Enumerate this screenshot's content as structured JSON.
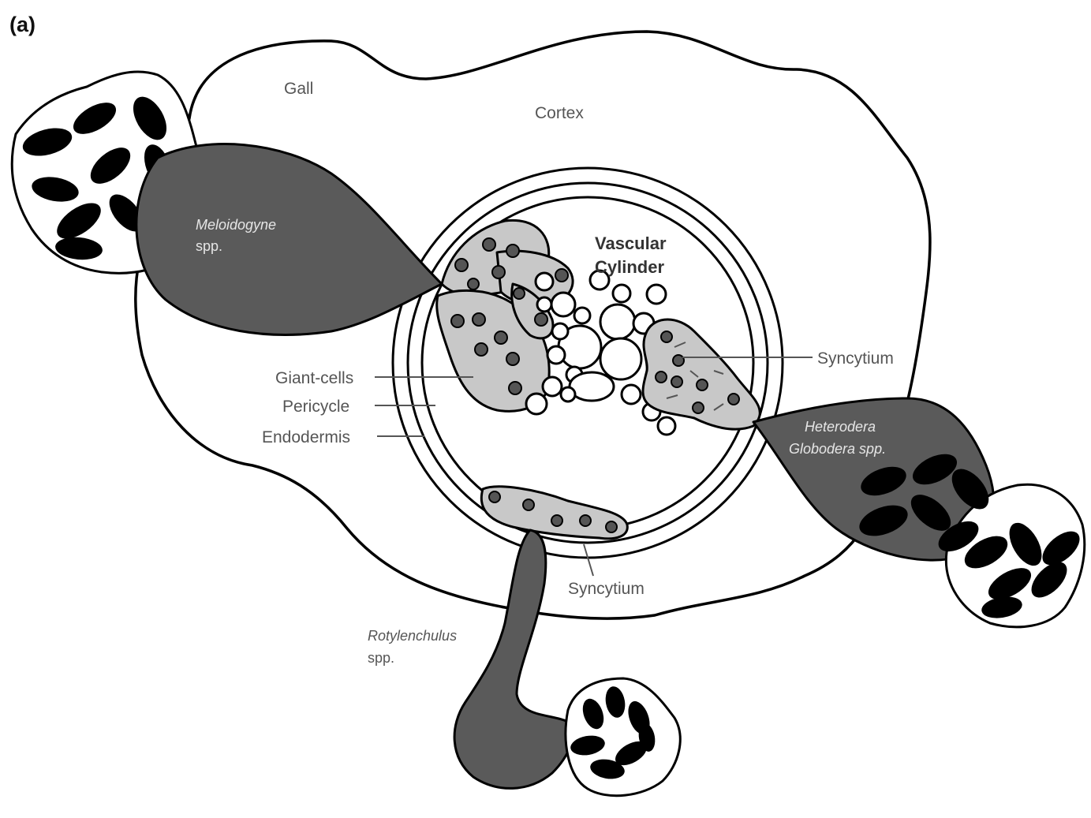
{
  "panel_label": "(a)",
  "labels": {
    "gall": "Gall",
    "cortex": "Cortex",
    "vascular_line1": "Vascular",
    "vascular_line2": "Cylinder",
    "syncytium_right": "Syncytium",
    "giant_cells": "Giant-cells",
    "pericycle": "Pericycle",
    "endodermis": "Endodermis",
    "syncytium_bottom": "Syncytium"
  },
  "nematodes": {
    "meloidogyne_line1": "Meloidogyne",
    "meloidogyne_line2": "spp.",
    "heterodera_line1": "Heterodera",
    "heterodera_line2": "Globodera spp.",
    "rotylenchulus_line1": "Rotylenchulus",
    "rotylenchulus_line2": "spp."
  },
  "colors": {
    "nematode_body": "#5a5a5a",
    "feeding_site": "#c8c8c8",
    "egg": "#000000"
  }
}
